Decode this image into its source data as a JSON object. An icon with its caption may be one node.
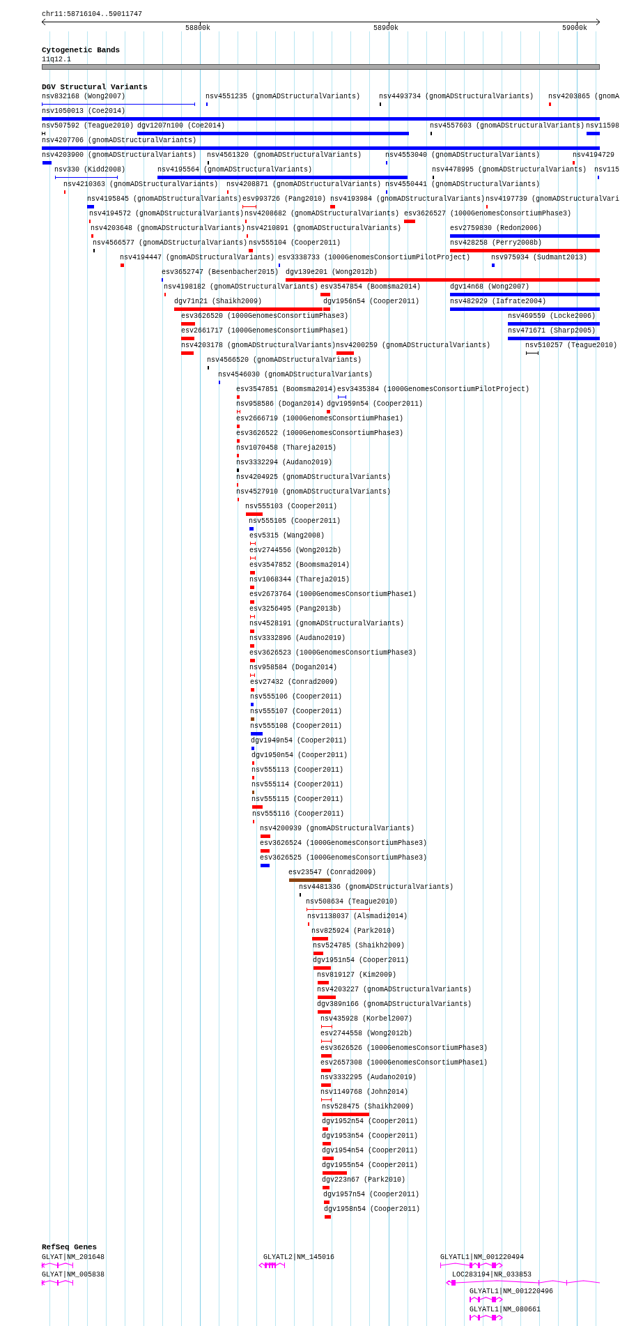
{
  "diagram": {
    "nodes": [
      {
        "text": [
          "Cytogenetic Bands"
        ]
      },
      {
        "text": [
          "11q12.1"
        ],
        "in": 0
      },
      {
        "text": [
          "DGV Structural Variants"
        ]
      },
      {
        "text": [
          "nsv832168 (Wong2007)"
        ],
        "in": 2
      },
      {
        "text": [
          "nsv4551235 (gnomADStructuralVariants)"
        ],
        "in": 2
      },
      {
        "text": [
          "nsv4493734 (gnomADStructuralVariants)"
        ],
        "in": 2
      },
      {
        "text": [
          "nsv4203865 (gnomA"
        ],
        "in": 2
      },
      {
        "text": [
          "nsv1050013 (Coe2014)"
        ],
        "in": 2
      },
      {
        "text": [
          "nsv507592 (Teague2010)"
        ],
        "in": 2
      },
      {
        "text": [
          "dgv1207n100 (Coe2014)"
        ],
        "in": 2
      },
      {
        "text": [
          "nsv4557603 (gnomADStructuralVariants)"
        ],
        "in": 2
      },
      {
        "text": [
          "nsv11598"
        ],
        "in": 2
      },
      {
        "text": [
          "nsv4207706 (gnomADStructuralVariants)"
        ],
        "in": 2
      },
      {
        "text": [
          "nsv4203900 (gnomADStructuralVariants)"
        ],
        "in": 2
      },
      {
        "text": [
          "nsv4561320 (gnomADStructuralVariants)"
        ],
        "in": 2
      },
      {
        "text": [
          "nsv4553040 (gnomADStructuralVariants)"
        ],
        "in": 2
      },
      {
        "text": [
          "nsv4194729"
        ],
        "in": 2
      },
      {
        "text": [
          "nsv330 (Kidd2008)"
        ],
        "in": 2
      },
      {
        "text": [
          "nsv4195564 (gnomADStructuralVariants)"
        ],
        "in": 2
      },
      {
        "text": [
          "nsv4478995 (gnomADStructuralVariants)"
        ],
        "in": 2
      },
      {
        "text": [
          "nsv115"
        ],
        "in": 2
      },
      {
        "text": [
          "nsv4210363 (gnomADStructuralVariants)"
        ],
        "in": 2
      },
      {
        "text": [
          "nsv4208871 (gnomADStructuralVariants)"
        ],
        "in": 2
      },
      {
        "text": [
          "nsv4550441 (gnomADStructuralVariants)"
        ],
        "in": 2
      },
      {
        "text": [
          "nsv4195845 (gnomADStructuralVariants)"
        ],
        "in": 2
      },
      {
        "text": [
          "esv993726 (Pang2010)"
        ],
        "in": 2
      },
      {
        "text": [
          "nsv4193984 (gnomADStructuralVariants)"
        ],
        "in": 2
      },
      {
        "text": [
          "nsv4197739 (gnomADStructuralVari"
        ],
        "in": 2
      },
      {
        "text": [
          "nsv4194572 (gnomADStructuralVariants)"
        ],
        "in": 2
      },
      {
        "text": [
          "nsv4208682 (gnomADStructuralVariants)"
        ],
        "in": 2
      },
      {
        "text": [
          "esv3626527 (1000GenomesConsortiumPhase3)"
        ],
        "in": 2
      },
      {
        "text": [
          "nsv4203648 (gnomADStructuralVariants)"
        ],
        "in": 2
      },
      {
        "text": [
          "nsv4210891 (gnomADStructuralVariants)"
        ],
        "in": 2
      },
      {
        "text": [
          "esv2759830 (Redon2006)"
        ],
        "in": 2
      },
      {
        "text": [
          "nsv4566577 (gnomADStructuralVariants)"
        ],
        "in": 2
      },
      {
        "text": [
          "nsv555104 (Cooper2011)"
        ],
        "in": 2
      },
      {
        "text": [
          "nsv428258 (Perry2008b)"
        ],
        "in": 2
      },
      {
        "text": [
          "nsv4194447 (gnomADStructuralVariants)"
        ],
        "in": 2
      },
      {
        "text": [
          "esv3338733 (1000GenomesConsortiumPilotProject)"
        ],
        "in": 2
      },
      {
        "text": [
          "nsv975934 (Sudmant2013)"
        ],
        "in": 2
      },
      {
        "text": [
          "esv3652747 (Besenbacher2015)"
        ],
        "in": 2
      },
      {
        "text": [
          "dgv139e201 (Wong2012b)"
        ],
        "in": 2
      },
      {
        "text": [
          "nsv4198182 (gnomADStructuralVariants)"
        ],
        "in": 2
      },
      {
        "text": [
          "esv3547854 (Boomsma2014)"
        ],
        "in": 2
      },
      {
        "text": [
          "dgv14n68 (Wong2007)"
        ],
        "in": 2
      },
      {
        "text": [
          "dgv71n21 (Shaikh2009)"
        ],
        "in": 2
      },
      {
        "text": [
          "dgv1956n54 (Cooper2011)"
        ],
        "in": 2
      },
      {
        "text": [
          "nsv482929 (Iafrate2004)"
        ],
        "in": 2
      },
      {
        "text": [
          "esv3626520 (1000GenomesConsortiumPhase3)"
        ],
        "in": 2
      },
      {
        "text": [
          "nsv469559 (Locke2006)"
        ],
        "in": 2
      },
      {
        "text": [
          "esv2661717 (1000GenomesConsortiumPhase1)"
        ],
        "in": 2
      },
      {
        "text": [
          "nsv471671 (Sharp2005)"
        ],
        "in": 2
      },
      {
        "text": [
          "nsv4203178 (gnomADStructuralVariants)"
        ],
        "in": 2
      },
      {
        "text": [
          "nsv4200259 (gnomADStructuralVariants)"
        ],
        "in": 2
      },
      {
        "text": [
          "nsv510257 (Teague2010)"
        ],
        "in": 2
      },
      {
        "text": [
          "nsv4566520 (gnomADStructuralVariants)"
        ],
        "in": 2
      },
      {
        "text": [
          "nsv4546030 (gnomADStructuralVariants)"
        ],
        "in": 2
      },
      {
        "text": [
          "esv3547851 (Boomsma2014)"
        ],
        "in": 2
      },
      {
        "text": [
          "esv3435384 (1000GenomesConsortiumPilotProject)"
        ],
        "in": 2
      },
      {
        "text": [
          "nsv958586 (Dogan2014)"
        ],
        "in": 2
      },
      {
        "text": [
          "dgv1959n54 (Cooper2011)"
        ],
        "in": 2
      },
      {
        "text": [
          "esv2666719 (1000GenomesConsortiumPhase1)"
        ],
        "in": 2
      },
      {
        "text": [
          "esv3626522 (1000GenomesConsortiumPhase3)"
        ],
        "in": 2
      },
      {
        "text": [
          "nsv1070458 (Thareja2015)"
        ],
        "in": 2
      },
      {
        "text": [
          "nsv3332294 (Audano2019)"
        ],
        "in": 2
      },
      {
        "text": [
          "nsv4204925 (gnomADStructuralVariants)"
        ],
        "in": 2
      },
      {
        "text": [
          "nsv4527910 (gnomADStructuralVariants)"
        ],
        "in": 2
      },
      {
        "text": [
          "nsv555103 (Cooper2011)"
        ],
        "in": 2
      },
      {
        "text": [
          "nsv555105 (Cooper2011)"
        ],
        "in": 2
      },
      {
        "text": [
          "esv5315 (Wang2008)"
        ],
        "in": 2
      },
      {
        "text": [
          "esv2744556 (Wong2012b)"
        ],
        "in": 2
      },
      {
        "text": [
          "esv3547852 (Boomsma2014)"
        ],
        "in": 2
      },
      {
        "text": [
          "nsv1068344 (Thareja2015)"
        ],
        "in": 2
      },
      {
        "text": [
          "esv2673764 (1000GenomesConsortiumPhase1)"
        ],
        "in": 2
      },
      {
        "text": [
          "esv3256495 (Pang2013b)"
        ],
        "in": 2
      },
      {
        "text": [
          "nsv4528191 (gnomADStructuralVariants)"
        ],
        "in": 2
      },
      {
        "text": [
          "nsv3332896 (Audano2019)"
        ],
        "in": 2
      },
      {
        "text": [
          "esv3626523 (1000GenomesConsortiumPhase3)"
        ],
        "in": 2
      },
      {
        "text": [
          "nsv958584 (Dogan2014)"
        ],
        "in": 2
      },
      {
        "text": [
          "esv27432 (Conrad2009)"
        ],
        "in": 2
      },
      {
        "text": [
          "nsv555106 (Cooper2011)"
        ],
        "in": 2
      },
      {
        "text": [
          "nsv555107 (Cooper2011)"
        ],
        "in": 2
      },
      {
        "text": [
          "nsv555108 (Cooper2011)"
        ],
        "in": 2
      },
      {
        "text": [
          "dgv1949n54 (Cooper2011)"
        ],
        "in": 2
      },
      {
        "text": [
          "dgv1950n54 (Cooper2011)"
        ],
        "in": 2
      },
      {
        "text": [
          "nsv555113 (Cooper2011)"
        ],
        "in": 2
      },
      {
        "text": [
          "nsv555114 (Cooper2011)"
        ],
        "in": 2
      },
      {
        "text": [
          "nsv555115 (Cooper2011)"
        ],
        "in": 2
      },
      {
        "text": [
          "nsv555116 (Cooper2011)"
        ],
        "in": 2
      },
      {
        "text": [
          "nsv4200939 (gnomADStructuralVariants)"
        ],
        "in": 2
      },
      {
        "text": [
          "esv3626524 (1000GenomesConsortiumPhase3)"
        ],
        "in": 2
      },
      {
        "text": [
          "esv3626525 (1000GenomesConsortiumPhase3)"
        ],
        "in": 2
      },
      {
        "text": [
          "esv23547 (Conrad2009)"
        ],
        "in": 2
      },
      {
        "text": [
          "nsv4481336 (gnomADStructuralVariants)"
        ],
        "in": 2
      },
      {
        "text": [
          "nsv508634 (Teague2010)"
        ],
        "in": 2
      },
      {
        "text": [
          "nsv1138037 (Alsmadi2014)"
        ],
        "in": 2
      },
      {
        "text": [
          "nsv825924 (Park2010)"
        ],
        "in": 2
      },
      {
        "text": [
          "nsv524785 (Shaikh2009)"
        ],
        "in": 2
      },
      {
        "text": [
          "dgv1951n54 (Cooper2011)"
        ],
        "in": 2
      },
      {
        "text": [
          "nsv819127 (Kim2009)"
        ],
        "in": 2
      },
      {
        "text": [
          "nsv4203227 (gnomADStructuralVariants)"
        ],
        "in": 2
      },
      {
        "text": [
          "dgv389n166 (gnomADStructuralVariants)"
        ],
        "in": 2
      },
      {
        "text": [
          "nsv435928 (Korbel2007)"
        ],
        "in": 2
      },
      {
        "text": [
          "esv2744558 (Wong2012b)"
        ],
        "in": 2
      },
      {
        "text": [
          "esv3626526 (1000GenomesConsortiumPhase3)"
        ],
        "in": 2
      },
      {
        "text": [
          "esv2657308 (1000GenomesConsortiumPhase1)"
        ],
        "in": 2
      },
      {
        "text": [
          "nsv3332295 (Audano2019)"
        ],
        "in": 2
      },
      {
        "text": [
          "nsv1149768 (John2014)"
        ],
        "in": 2
      },
      {
        "text": [
          "nsv528475 (Shaikh2009)"
        ],
        "in": 2
      },
      {
        "text": [
          "dgv1952n54 (Cooper2011)"
        ],
        "in": 2
      },
      {
        "text": [
          "dgv1953n54 (Cooper2011)"
        ],
        "in": 2
      },
      {
        "text": [
          "dgv1954n54 (Cooper2011)"
        ],
        "in": 2
      },
      {
        "text": [
          "dgv1955n54 (Cooper2011)"
        ],
        "in": 2
      },
      {
        "text": [
          "dgv223n67 (Park2010)"
        ],
        "in": 2
      },
      {
        "text": [
          "dgv1957n54 (Cooper2011)"
        ],
        "in": 2
      },
      {
        "text": [
          "dgv1958n54 (Cooper2011)"
        ],
        "in": 2
      },
      {
        "text": [
          "RefSeq Genes"
        ]
      },
      {
        "text": [
          "GLYAT|NM_201648"
        ],
        "in": 116
      },
      {
        "text": [
          "GLYATL2|NM_145016"
        ],
        "in": 116
      },
      {
        "text": [
          "GLYATL1|NM_001220494"
        ],
        "in": 116
      },
      {
        "text": [
          "GLYAT|NM_005838"
        ],
        "in": 116
      },
      {
        "text": [
          "LOC283194|NR_033853"
        ],
        "in": 116
      },
      {
        "text": [
          "GLYATL1|NM_001220496"
        ],
        "in": 116
      },
      {
        "text": [
          "GLYATL1|NM_080661"
        ],
        "in": 116
      }
    ],
    "labels": [
      "chr11:58716104..59011747",
      "58800k",
      "58900k",
      "59000k"
    ]
  }
}
